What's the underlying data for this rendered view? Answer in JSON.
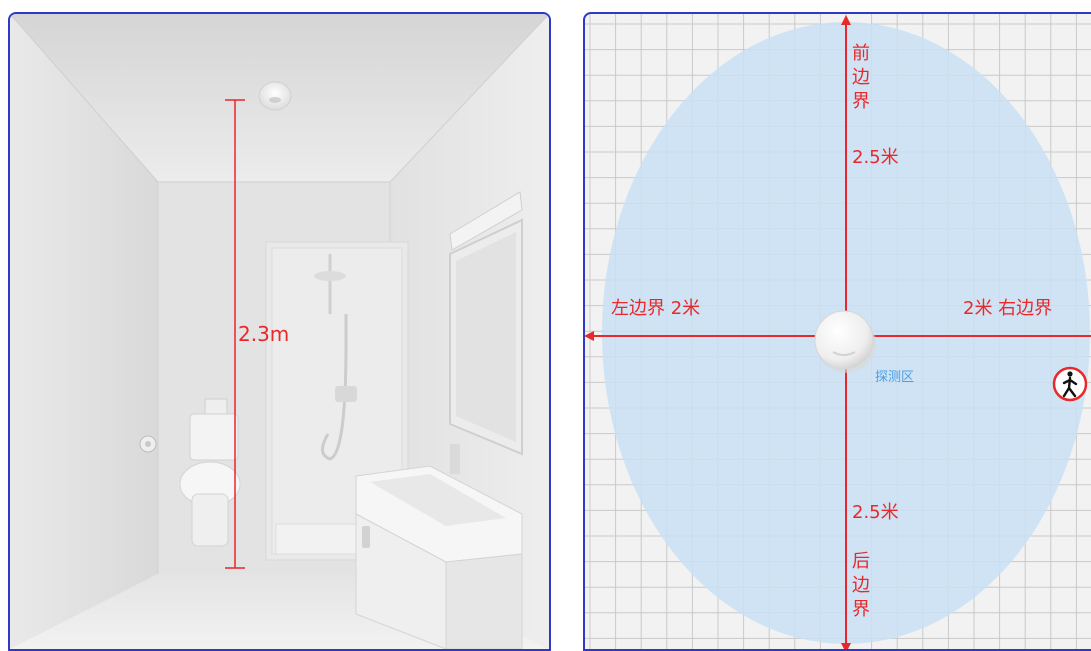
{
  "bathroom": {
    "height_label": "2.3m"
  },
  "detection": {
    "front_boundary_label": [
      "前",
      "边",
      "界"
    ],
    "front_distance": "2.5米",
    "back_distance": "2.5米",
    "back_boundary_label": [
      "后",
      "边",
      "界"
    ],
    "left_boundary": "左边界  2米",
    "right_boundary": "2米  右边界",
    "zone_label": "探测区"
  },
  "colors": {
    "accent_red": "#e8282a",
    "zone_fill": "#c9e1f5",
    "zone_label": "#4a9ee6",
    "panel_border": "#2f39c8"
  },
  "icons": [
    "motion-sensor-icon",
    "walking-person-icon"
  ]
}
